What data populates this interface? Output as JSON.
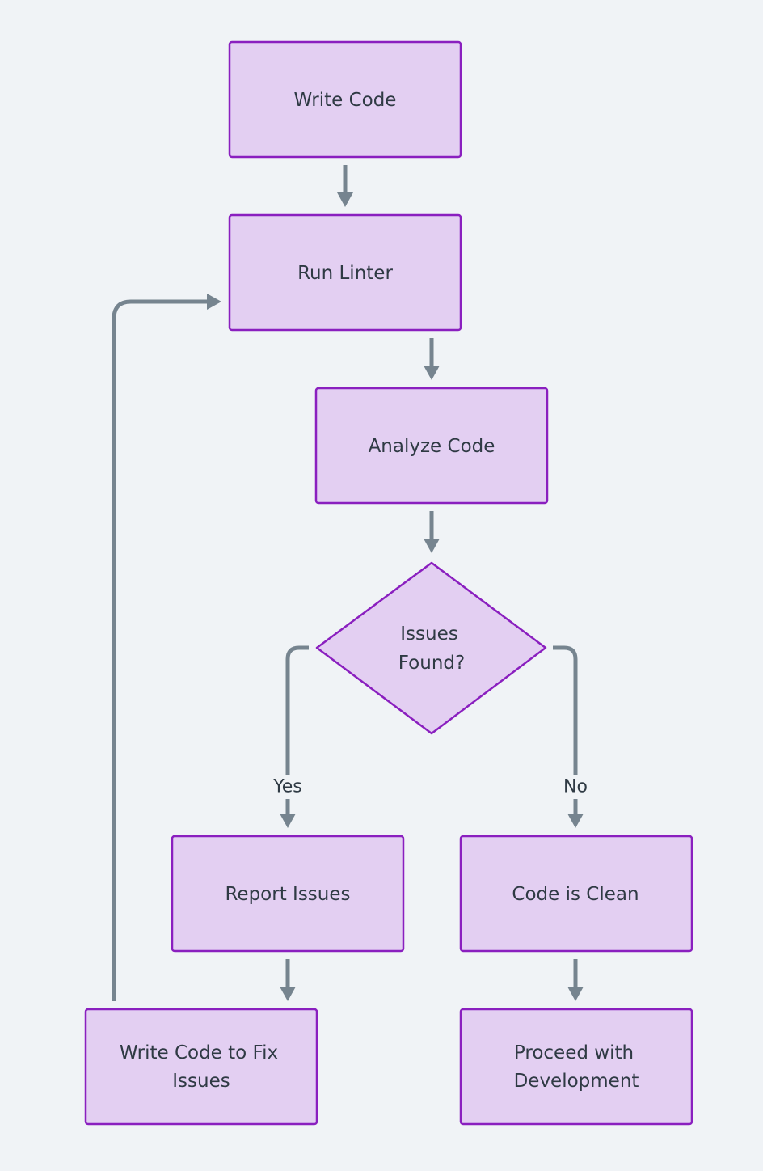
{
  "diagram": {
    "type": "flowchart",
    "colors": {
      "background": "#f0f3f6",
      "node_fill": "#e3cff2",
      "node_border": "#8a1fbf",
      "edge": "#76848f",
      "text": "#2f3a44"
    },
    "nodes": {
      "write_code": {
        "label": "Write Code",
        "shape": "rect"
      },
      "run_linter": {
        "label": "Run Linter",
        "shape": "rect"
      },
      "analyze_code": {
        "label": "Analyze Code",
        "shape": "rect"
      },
      "issues_found": {
        "label_line1": "Issues",
        "label_line2": "Found?",
        "shape": "diamond"
      },
      "report_issues": {
        "label": "Report Issues",
        "shape": "rect"
      },
      "code_clean": {
        "label": "Code is Clean",
        "shape": "rect"
      },
      "fix_issues": {
        "label_line1": "Write Code to Fix",
        "label_line2": "Issues",
        "shape": "rect"
      },
      "proceed": {
        "label_line1": "Proceed with",
        "label_line2": "Development",
        "shape": "rect"
      }
    },
    "edges": [
      {
        "from": "write_code",
        "to": "run_linter",
        "label": ""
      },
      {
        "from": "run_linter",
        "to": "analyze_code",
        "label": ""
      },
      {
        "from": "analyze_code",
        "to": "issues_found",
        "label": ""
      },
      {
        "from": "issues_found",
        "to": "report_issues",
        "label": "Yes"
      },
      {
        "from": "issues_found",
        "to": "code_clean",
        "label": "No"
      },
      {
        "from": "report_issues",
        "to": "fix_issues",
        "label": ""
      },
      {
        "from": "code_clean",
        "to": "proceed",
        "label": ""
      },
      {
        "from": "fix_issues",
        "to": "run_linter",
        "label": ""
      }
    ],
    "edge_labels": {
      "yes": "Yes",
      "no": "No"
    }
  }
}
